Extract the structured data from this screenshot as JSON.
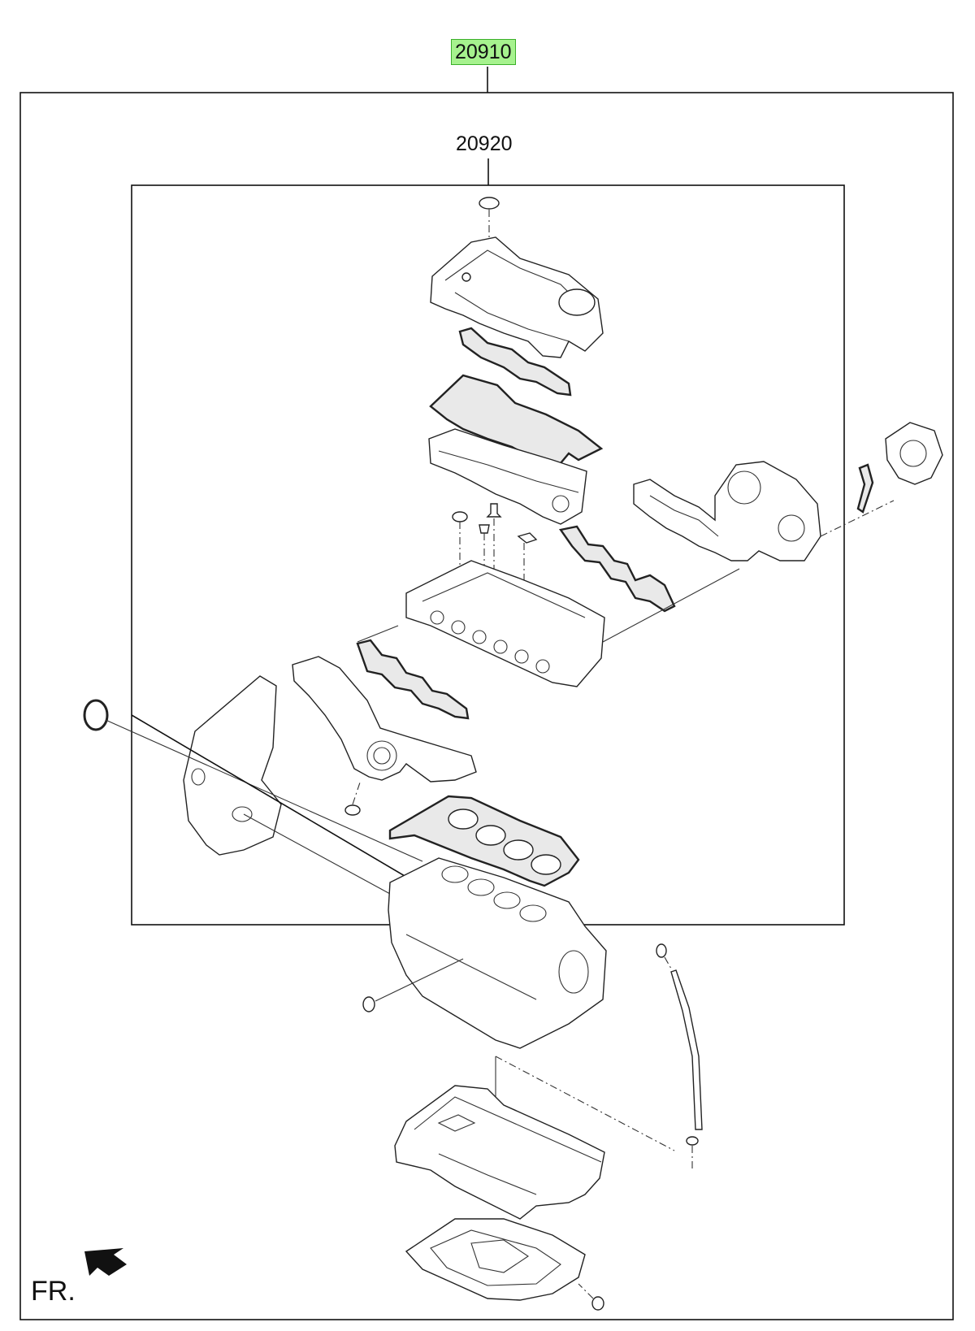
{
  "labels": {
    "outer_part_number": "20910",
    "inner_part_number": "20920",
    "front_marker": "FR."
  },
  "colors": {
    "highlight_fill": "#a6f28e",
    "highlight_border": "#3bb02a",
    "line": "#111111"
  },
  "icons": {
    "front_arrow": "arrow-down-left-icon"
  }
}
